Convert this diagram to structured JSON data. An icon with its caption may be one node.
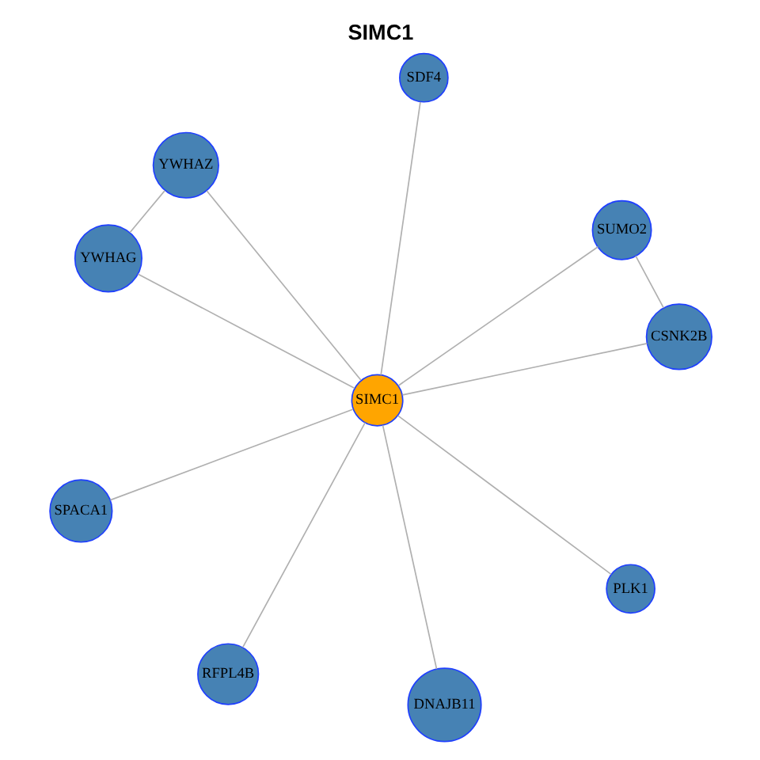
{
  "diagram": {
    "title": "SIMC1",
    "nodes": [
      {
        "text": [
          "SDF4"
        ]
      },
      {
        "text": [
          "RFPL4B"
        ]
      },
      {
        "text": [
          "PLK1"
        ]
      },
      {
        "text": [
          "SUMO2"
        ]
      },
      {
        "text": [
          "YWHAZ"
        ]
      },
      {
        "text": [
          "SIMC1"
        ]
      },
      {
        "text": [
          "CSNK2B"
        ]
      },
      {
        "text": [
          "YWHAG"
        ]
      },
      {
        "text": [
          "SPACA1"
        ]
      },
      {
        "text": [
          "DNAJB11"
        ]
      }
    ],
    "edges": [
      {
        "from": 5,
        "to": 0,
        "arrow": "none"
      },
      {
        "from": 5,
        "to": 1,
        "arrow": "none"
      },
      {
        "from": 5,
        "to": 2,
        "arrow": "none"
      },
      {
        "from": 5,
        "to": 3,
        "arrow": "none"
      },
      {
        "from": 5,
        "to": 4,
        "arrow": "none"
      },
      {
        "from": 5,
        "to": 6,
        "arrow": "none"
      },
      {
        "from": 5,
        "to": 7,
        "arrow": "none"
      },
      {
        "from": 5,
        "to": 8,
        "arrow": "none"
      },
      {
        "from": 5,
        "to": 9,
        "arrow": "none"
      },
      {
        "from": 3,
        "to": 6,
        "arrow": "none"
      },
      {
        "from": 4,
        "to": 7,
        "arrow": "none"
      }
    ]
  }
}
